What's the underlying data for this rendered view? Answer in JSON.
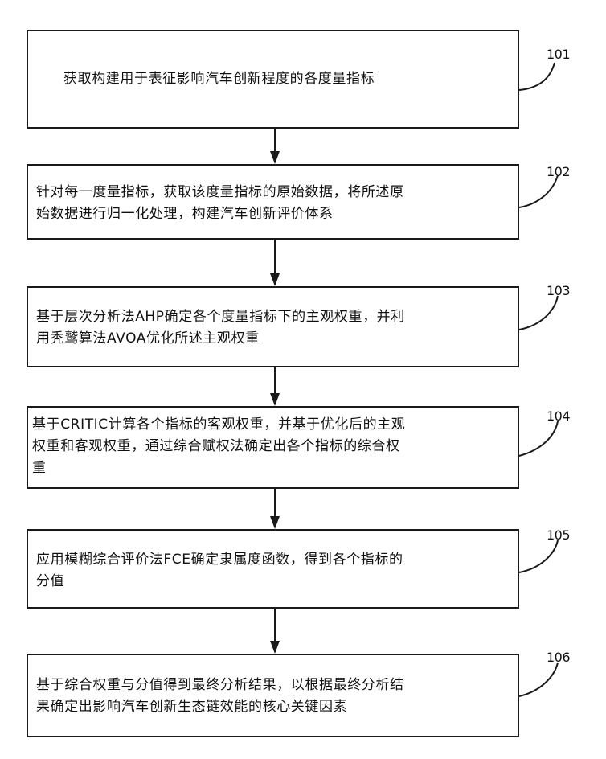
{
  "steps": [
    {
      "id": "101",
      "text": "获取构建用于表征影响汽车创新程度的各度量指标"
    },
    {
      "id": "102",
      "text": "针对每一度量指标，获取该度量指标的原始数据，将所述原\n始数据进行归一化处理，构建汽车创新评价体系"
    },
    {
      "id": "103",
      "text": "基于层次分析法AHP确定各个度量指标下的主观权重，并利\n用秃鹫算法AVOA优化所述主观权重"
    },
    {
      "id": "104",
      "text": "基于CRITIC计算各个指标的客观权重，并基于优化后的主观\n权重和客观权重，通过综合赋权法确定出各个指标的综合权\n重"
    },
    {
      "id": "105",
      "text": "应用模糊综合评价法FCE确定隶属度函数，得到各个指标的\n分值"
    },
    {
      "id": "106",
      "text": "基于综合权重与分值得到最终分析结果，以根据最终分析结\n果确定出影响汽车创新生态链效能的核心关键因素"
    }
  ],
  "colors": {
    "stroke": "#1a1a1a",
    "text": "#111111",
    "background": "#ffffff"
  }
}
